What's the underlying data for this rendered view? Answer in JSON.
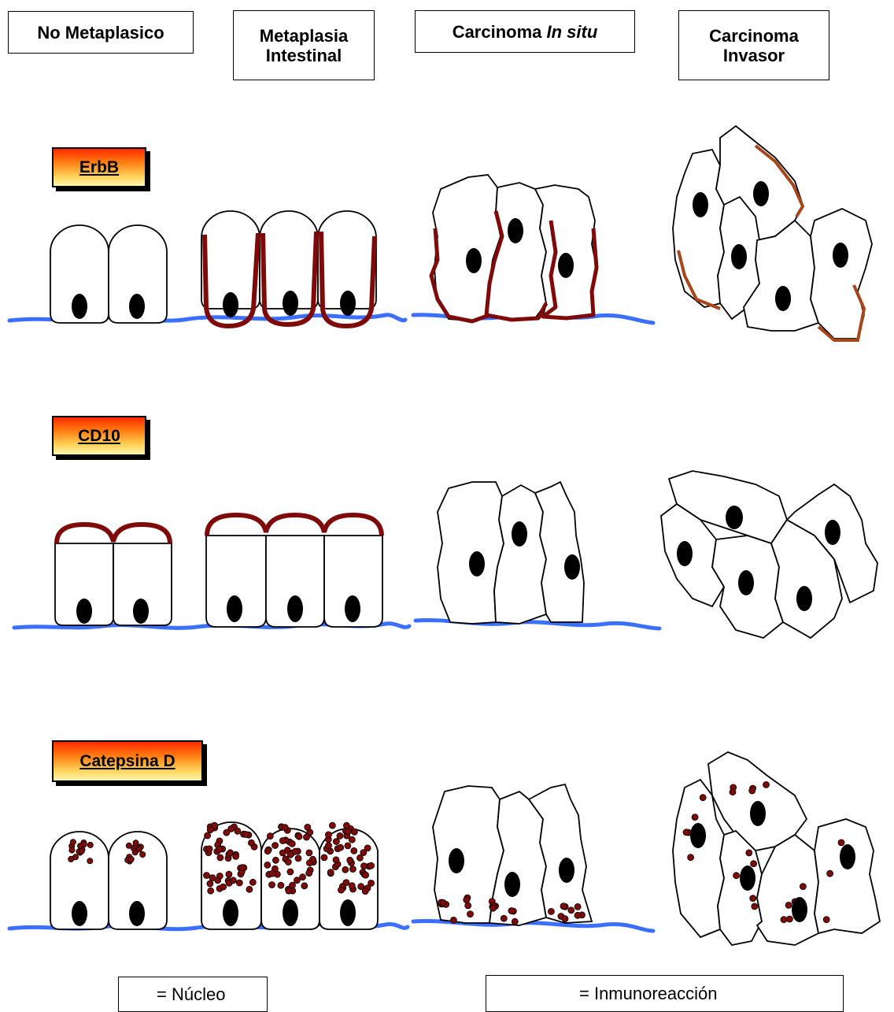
{
  "columns": [
    {
      "line1": "No Metaplasico",
      "line2": ""
    },
    {
      "line1": "Metaplasia",
      "line2": "Intestinal"
    },
    {
      "line1": "Carcinoma ",
      "line1_italic": "In situ",
      "line2": ""
    },
    {
      "line1": "Carcinoma",
      "line2": "Invasor"
    }
  ],
  "markers": {
    "row1": "ErbB",
    "row2": "CD10",
    "row3": "Catepsina D"
  },
  "legend": {
    "nucleus": "= Núcleo",
    "reaction": "= Inmunoreacción"
  },
  "colors": {
    "membrane": "#3a6fff",
    "reaction": "#7f0a0a",
    "reaction_invasive": "#a8461a",
    "nucleus": "#000000"
  }
}
